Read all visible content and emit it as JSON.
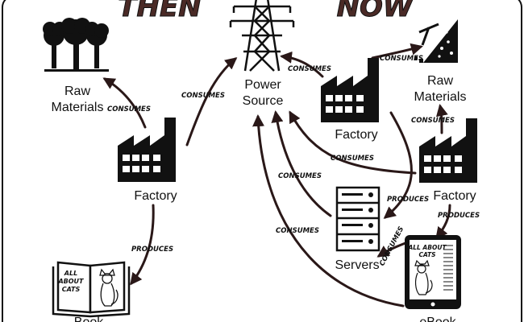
{
  "header": {
    "then": "THEN",
    "now": "NOW"
  },
  "nodes": {
    "power_source": {
      "line1": "Power",
      "line2": "Source"
    },
    "raw_materials_then": {
      "line1": "Raw",
      "line2": "Materials"
    },
    "factory_then": "Factory",
    "book": {
      "label": "Book",
      "cover_line1": "ALL",
      "cover_line2": "ABOUT",
      "cover_line3": "CATS"
    },
    "factory_now_top": "Factory",
    "raw_materials_now": {
      "line1": "Raw",
      "line2": "Materials"
    },
    "factory_now": "Factory",
    "servers": "Servers",
    "ebook": {
      "label": "eBook",
      "cover_line1": "ALL ABOUT",
      "cover_line2": "CATS"
    }
  },
  "edges": {
    "consumes": "CONSUMES",
    "produces": "PRODUCES"
  },
  "colors": {
    "ink": "#111111",
    "arrow": "#2a1818",
    "title": "#4a2a26",
    "screen": "#ffffff"
  },
  "icons": [
    "forest-icon",
    "power-tower-icon",
    "factory-icon",
    "mining-icon",
    "server-rack-icon",
    "book-icon",
    "tablet-icon",
    "cat-drawing-icon"
  ]
}
